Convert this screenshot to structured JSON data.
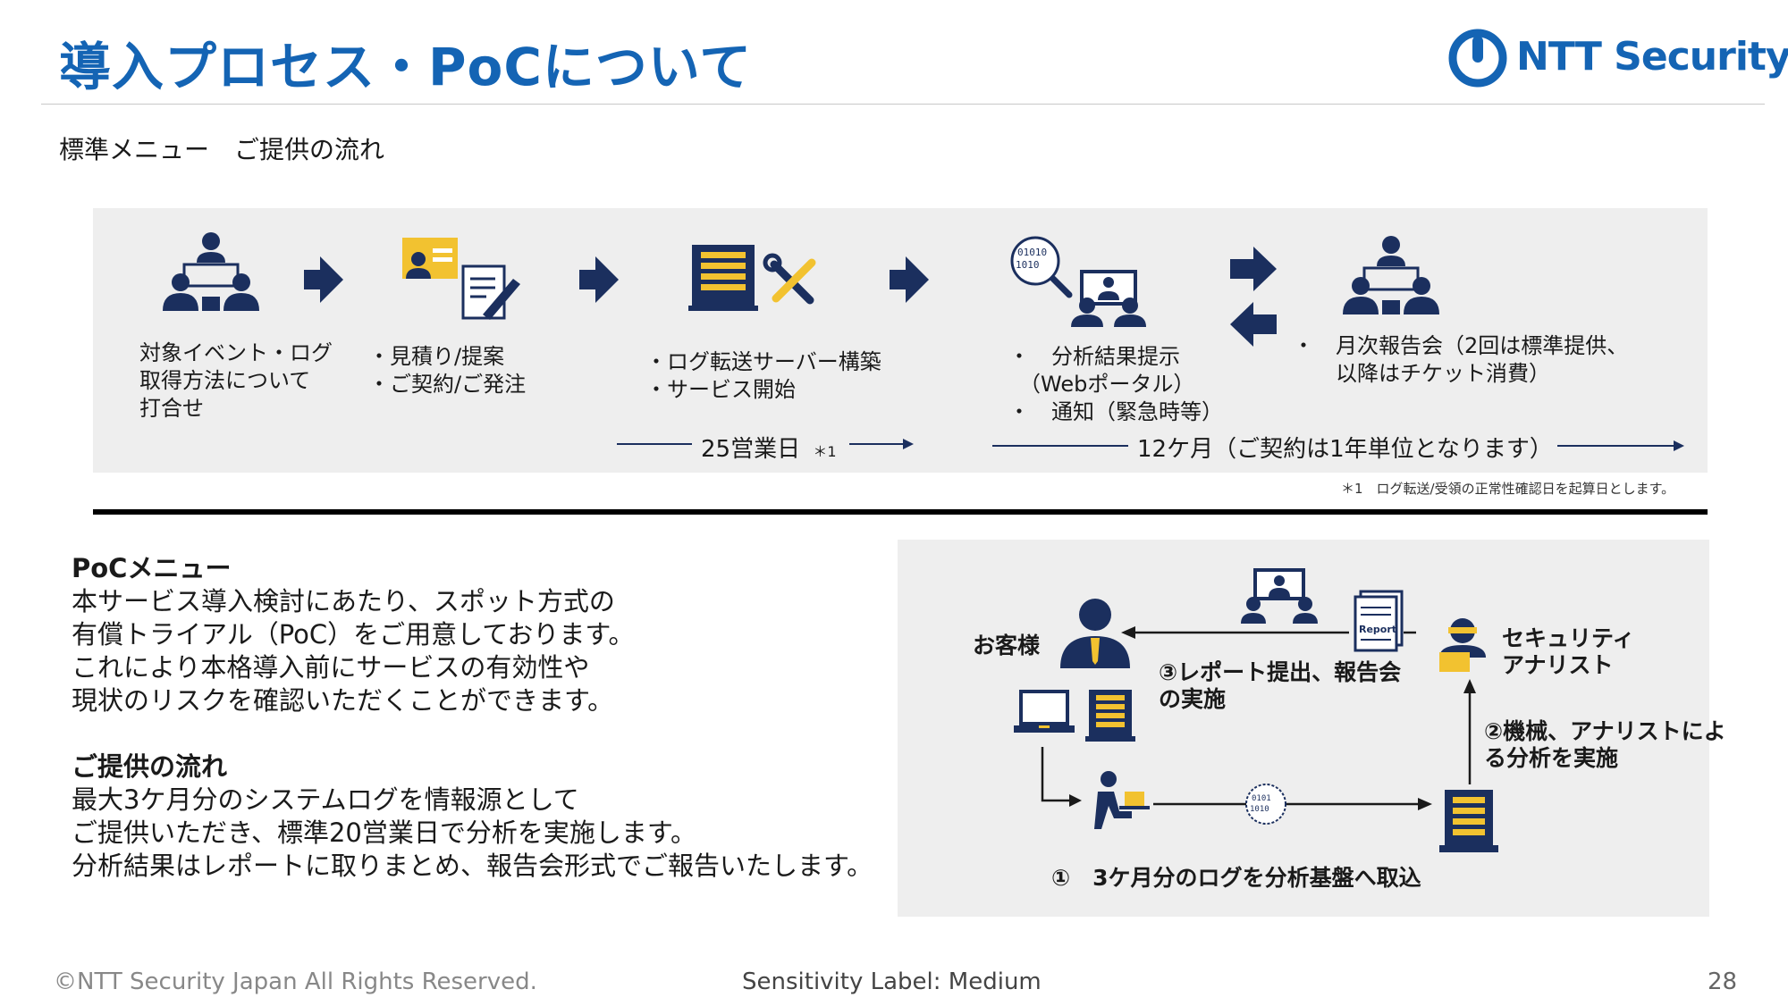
{
  "header": {
    "title": "導入プロセス・PoCについて",
    "logo_text": "NTT Security",
    "subtitle": "標準メニュー　ご提供の流れ"
  },
  "standard_flow": {
    "steps": [
      {
        "lines": [
          "対象イベント・ログ",
          "取得方法について",
          "打合せ"
        ],
        "icon": "meeting-icon"
      },
      {
        "lines": [
          "・見積り/提案",
          "・ご契約/ご発注"
        ],
        "icon": "proposal-document-icon"
      },
      {
        "lines": [
          "・ログ転送サーバー構築",
          "・サービス開始"
        ],
        "icon": "server-tools-icon"
      },
      {
        "lines": [
          "・　分析結果提示",
          "　（Webポータル）",
          "・　通知（緊急時等）"
        ],
        "icon": "analysis-portal-icon"
      },
      {
        "lines": [
          "・　月次報告会（2回は標準提供、",
          "　　以降はチケット消費）"
        ],
        "icon": "report-meeting-icon"
      }
    ],
    "duration_setup": "25営業日",
    "duration_setup_note": "＊1",
    "duration_contract": "12ケ月（ご契約は1年単位となります）",
    "footnote": "＊1　ログ転送/受領の正常性確認日を起算日とします。"
  },
  "poc_text": {
    "heading": "PoCメニュー",
    "body": [
      "本サービス導入検討にあたり、スポット方式の",
      "有償トライアル（PoC）をご用意しております。",
      "これにより本格導入前にサービスの有効性や",
      "現状のリスクを確認いただくことができます。"
    ],
    "flow_heading": "ご提供の流れ",
    "flow_body": [
      "最大3ケ月分のシステムログを情報源として",
      "ご提供いただき、標準20営業日で分析を実施します。",
      "分析結果はレポートに取りまとめ、報告会形式でご報告いたします。"
    ]
  },
  "poc_diagram": {
    "customer_label": "お客様",
    "analyst_label": [
      "セキュリティ",
      "アナリスト"
    ],
    "report_label": [
      "③レポート提出、報告会",
      "の実施"
    ],
    "analysis_label": [
      "②機械、アナリストによ",
      "る分析を実施"
    ],
    "ingest_label": "①　3ケ月分のログを分析基盤へ取込",
    "report_doc_label": "Report"
  },
  "footer": {
    "copyright": "©NTT Security Japan All Rights Reserved.",
    "sensitivity": "Sensitivity Label: Medium",
    "page_number": "28"
  },
  "colors": {
    "navy": "#1b2f5e",
    "brand_blue": "#1464b4",
    "gold": "#f2c230",
    "panel": "#eeeeee"
  }
}
